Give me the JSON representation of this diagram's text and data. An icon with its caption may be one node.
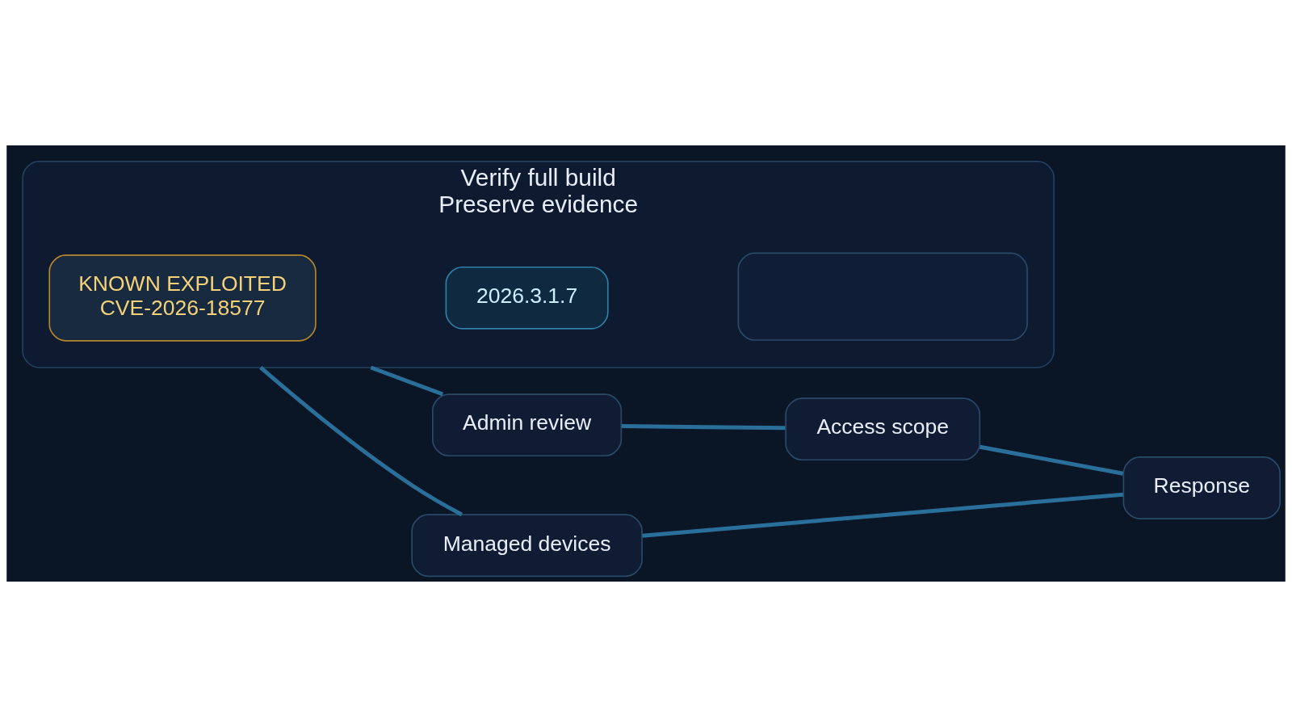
{
  "diagram": {
    "nodes": [
      {
        "text": [
          "Verify full build",
          "Preserve evidence"
        ]
      },
      {
        "text": [
          "KNOWN EXPLOITED",
          "CVE-2026-18577"
        ],
        "in": 0
      },
      {
        "text": [
          "2026.3.1.7"
        ],
        "in": 0
      },
      {
        "text": [],
        "shape": "box",
        "in": 0
      },
      {
        "text": [
          "Admin review"
        ]
      },
      {
        "text": [
          "Access scope"
        ]
      },
      {
        "text": [
          "Managed devices"
        ]
      },
      {
        "text": [
          "Response"
        ]
      }
    ],
    "edges": [
      {
        "from": 0,
        "to": 4,
        "arrow": "none"
      },
      {
        "from": 0,
        "to": 6,
        "arrow": "none"
      },
      {
        "from": 4,
        "to": 5,
        "arrow": "none"
      },
      {
        "from": 5,
        "to": 7,
        "arrow": "none"
      },
      {
        "from": 6,
        "to": 7,
        "arrow": "none"
      }
    ]
  }
}
